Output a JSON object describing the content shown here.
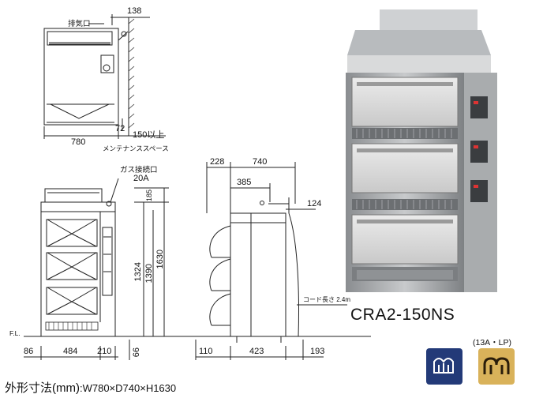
{
  "labels": {
    "exhaust": "排気口",
    "top_138": "138",
    "top_780": "780",
    "top_72": "72",
    "top_150": "150以上",
    "maint": "メンテナンススペース",
    "gas": "ガス接続口",
    "gas_size": "20A",
    "d_228": "228",
    "d_740": "740",
    "d_385": "385",
    "d_124": "124",
    "d_185": "185",
    "d_1324": "1324",
    "d_1390": "1390",
    "d_1630": "1630",
    "cord": "コード長さ 2.4m",
    "fl": "F.L.",
    "b_86": "86",
    "b_484": "484",
    "b_210": "210",
    "b_66": "66",
    "b_110": "110",
    "b_423": "423",
    "b_193": "193"
  },
  "model": "CRA2-150NS",
  "gas_type": "(13A・LP)",
  "dims_label": "外形寸法(mm)",
  "dims_value": ":W780×D740×H1630",
  "colors": {
    "badge_blue": "#233a78",
    "badge_gold": "#d9b25a"
  },
  "icons": [
    "gas-certification-icon",
    "gas-safety-mark-icon"
  ]
}
